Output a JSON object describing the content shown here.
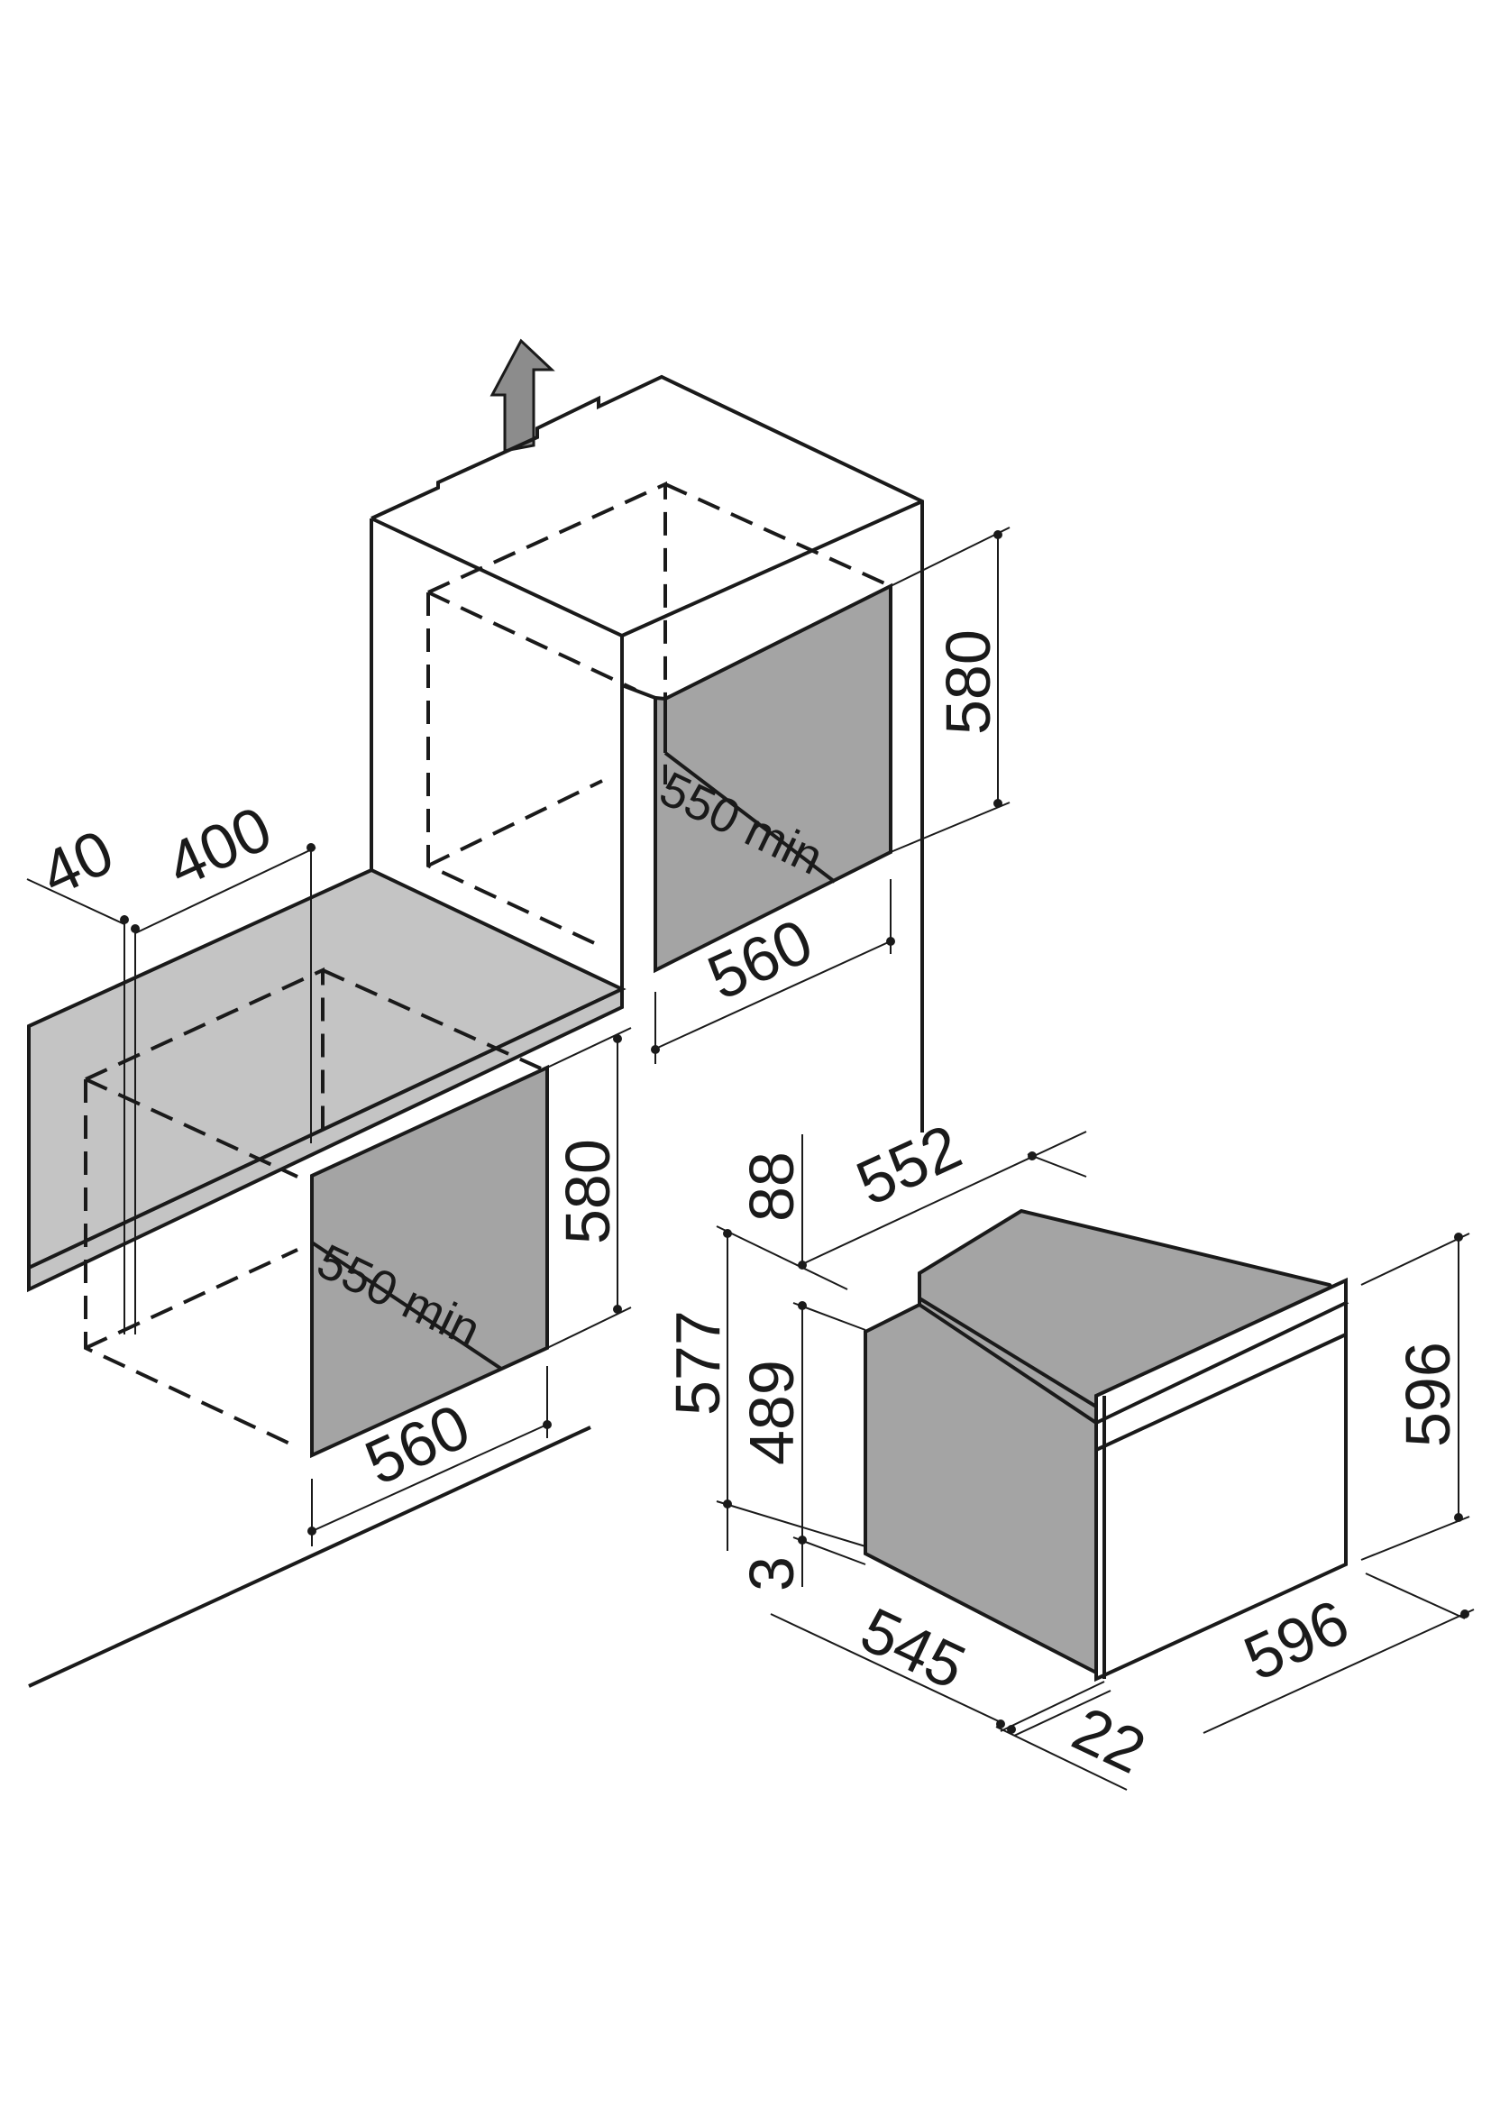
{
  "tall_unit": {
    "height": "580",
    "depth_min": "550 min",
    "width": "560",
    "cabinet_depth": "552"
  },
  "under_counter": {
    "gap": "40",
    "depth": "400",
    "height": "580",
    "depth_min": "550 min",
    "width": "560"
  },
  "oven": {
    "top": "88",
    "front_height": "577",
    "cavity_height": "489",
    "bottom": "3",
    "body_depth": "545",
    "door_thickness": "22",
    "width": "596",
    "height": "596"
  },
  "colors": {
    "line": "#1a1a1a",
    "panel_gray": "#a4a4a4",
    "counter_gray": "#c4c4c4",
    "arrow_gray": "#8c8c8c"
  },
  "icons": [
    "ventilation-arrow-icon"
  ]
}
